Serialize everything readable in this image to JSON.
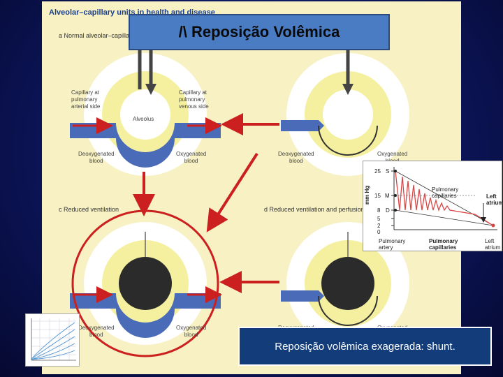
{
  "slide": {
    "title": "/\\ Reposição Volêmica",
    "caption": "Reposição volêmica exagerada: shunt."
  },
  "figure": {
    "heading": "Alveolar–capillary units in health and disease",
    "panel_a": "a Normal alveolar–capillary unit",
    "panel_c": "c Reduced ventilation",
    "panel_d": "d Reduced ventilation and perfusion",
    "cap_arterial": "Capillary at\npulmonary\narterial side",
    "cap_venous": "Capillary at\npulmonary\nvenous side",
    "alveolus": "Alveolus",
    "deoxy_1": "Deoxygenated\nblood",
    "oxy_1": "Oxygenated\nblood",
    "deoxy_2": "Deoxygenated\nblood",
    "oxy_2": "Oxygenated\nblood",
    "deoxy_3": "Deoxygenated\nblood",
    "oxy_3": "Oxygenated\nblood",
    "deoxy_4": "Deoxygenated",
    "oxy_4": "Oxygenated"
  },
  "wave": {
    "ylabel": "mm Hg",
    "ticks": [
      "25",
      "15",
      "8",
      "5",
      "2",
      "0"
    ],
    "s": "S",
    "m": "M",
    "d": "D",
    "pulmonary_capillaries": "Pulmonary\ncapillaries",
    "left_atrium": "Left\natrium",
    "x_pulmonary_artery": "Pulmonary\nartery",
    "x_pulmonary_capillaries": "Pulmonary\ncapillaries",
    "x_left_atrium": "Left\natrium"
  },
  "colors": {
    "background": "#0c155a",
    "title_box": "#4a7cc4",
    "caption_box": "#133c7a",
    "panel": "#f7f1c4",
    "vessel": "#4a6bb8",
    "arrow_red": "#cc1f1f",
    "collapsed_alveolus": "#2b2b2b"
  }
}
